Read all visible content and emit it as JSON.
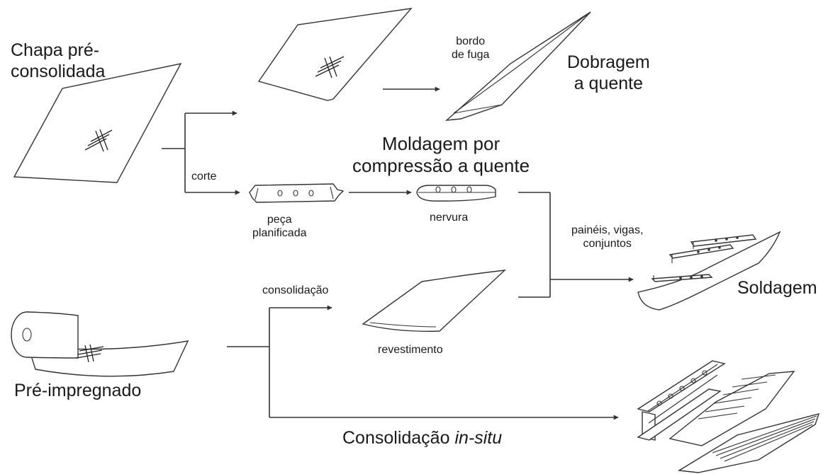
{
  "labels": {
    "chapa_line1": "Chapa pré-",
    "chapa_line2": "consolidada",
    "bordo_line1": "bordo",
    "bordo_line2": "de fuga",
    "dobragem_line1": "Dobragem",
    "dobragem_line2": "a quente",
    "moldagem_line1": "Moldagem por",
    "moldagem_line2": "compressão a quente",
    "corte": "corte",
    "peca_line1": "peça",
    "peca_line2": "planificada",
    "nervura": "nervura",
    "paineis_line1": "painéis, vigas,",
    "paineis_line2": "conjuntos",
    "consolidacao": "consolidação",
    "revestimento": "revestimento",
    "soldagem": "Soldagem",
    "preimpregnado": "Pré-impregnado",
    "insitu_prefix": "Consolidação ",
    "insitu_italic": "in-situ"
  }
}
